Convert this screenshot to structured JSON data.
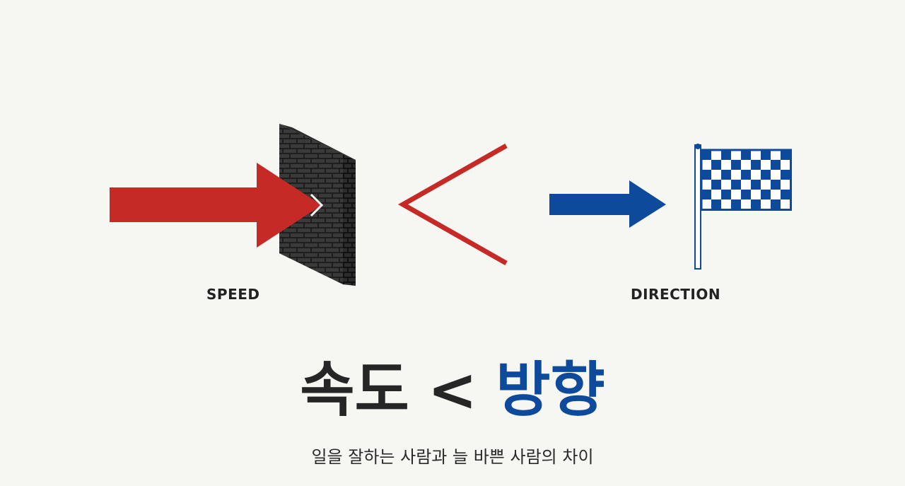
{
  "labels": {
    "speed": "SPEED",
    "direction": "DIRECTION"
  },
  "headline": {
    "left_word": "속도",
    "operator": "<",
    "right_word": "방향"
  },
  "subtitle": "일을 잘하는 사람과 늘 바쁜 사람의 차이",
  "colors": {
    "background": "#f6f6f2",
    "speed_red": "#c62a27",
    "direction_blue": "#0d4a9c",
    "wall_dark": "#1e1e1e",
    "text_dark": "#262626"
  },
  "icons": {
    "speed_arrow": "red-arrow-icon",
    "wall": "brick-wall-icon",
    "comparison": "less-than-icon",
    "direction_arrow": "blue-arrow-icon",
    "flag": "checkered-flag-icon"
  }
}
